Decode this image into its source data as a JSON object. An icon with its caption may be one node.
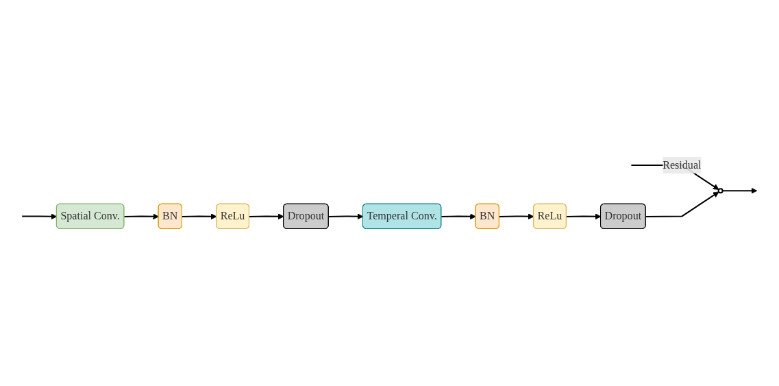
{
  "diagram": {
    "nodes": [
      {
        "text": [
          "Spatial Conv."
        ]
      },
      {
        "text": [
          "BN"
        ]
      },
      {
        "text": [
          "ReLu"
        ]
      },
      {
        "text": [
          "Dropout"
        ]
      },
      {
        "text": [
          "Temperal Conv."
        ]
      },
      {
        "text": [
          "BN"
        ]
      },
      {
        "text": [
          "ReLu"
        ]
      },
      {
        "text": [
          "Dropout"
        ]
      },
      {
        "text": [],
        "shape": "circle"
      }
    ],
    "edges": [
      {
        "from": null,
        "to": 0,
        "arrow": "to"
      },
      {
        "from": null,
        "to": 8,
        "arrow": "to",
        "label": "Residual"
      },
      {
        "from": 0,
        "to": 1,
        "arrow": "to"
      },
      {
        "from": 1,
        "to": 2,
        "arrow": "to"
      },
      {
        "from": 2,
        "to": 3,
        "arrow": "to"
      },
      {
        "from": 3,
        "to": 4,
        "arrow": "to"
      },
      {
        "from": 4,
        "to": 5,
        "arrow": "to"
      },
      {
        "from": 5,
        "to": 6,
        "arrow": "to"
      },
      {
        "from": 6,
        "to": 7,
        "arrow": "to"
      },
      {
        "from": 7,
        "to": 8,
        "arrow": "to"
      },
      {
        "from": 8,
        "to": null,
        "arrow": "to"
      }
    ]
  }
}
